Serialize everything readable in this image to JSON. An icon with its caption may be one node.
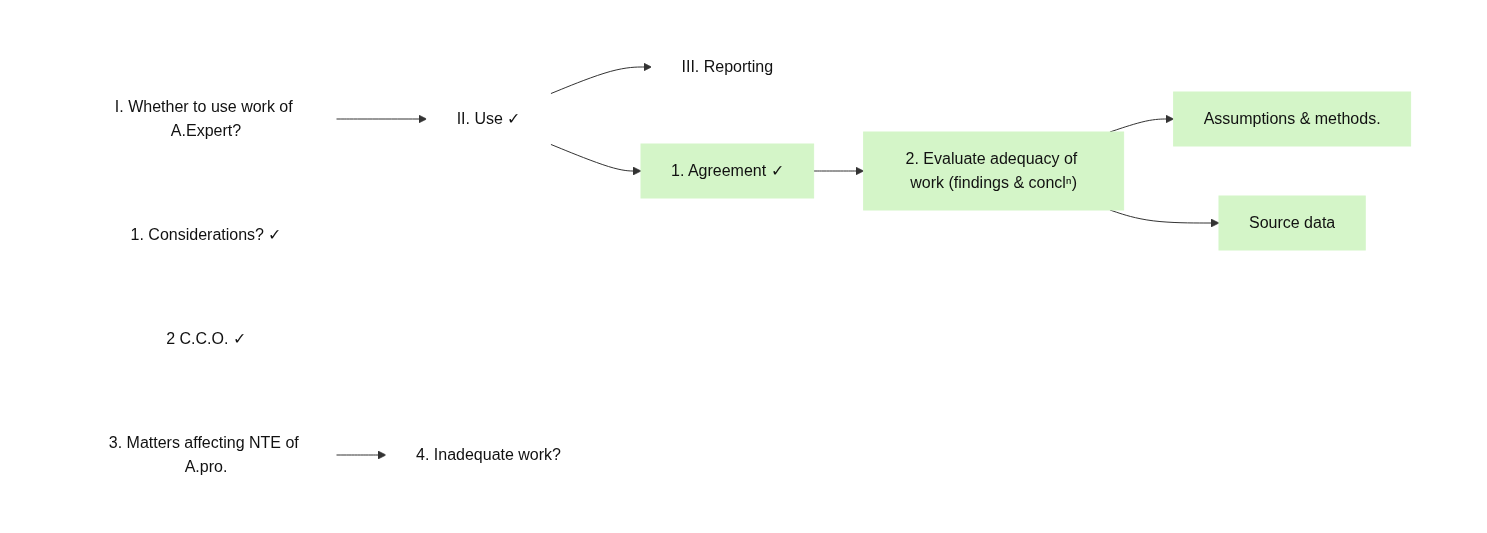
{
  "diagram": {
    "nodes": [
      {
        "text": [
          "I. Whether to use work of A.Expert?"
        ]
      },
      {
        "text": [
          "II. Use ✓"
        ]
      },
      {
        "text": [
          "III. Reporting"
        ]
      },
      {
        "text": [
          "1. Considerations? ✓"
        ]
      },
      {
        "text": [
          "2 C.C.O. ✓"
        ]
      },
      {
        "text": [
          "1. Agreement ✓"
        ]
      },
      {
        "text": [
          "2. Evaluate adequacy of work (findings & conclⁿ)"
        ]
      },
      {
        "text": [
          "Assumptions & methods."
        ]
      },
      {
        "text": [
          "Source data"
        ]
      },
      {
        "text": [
          "3. Matters affecting NTE of A.pro."
        ]
      },
      {
        "text": [
          "4. Inadequate work?"
        ]
      }
    ],
    "edges": [
      {
        "from": 0,
        "to": 1,
        "arrow": "to"
      },
      {
        "from": 1,
        "to": 2,
        "arrow": "to"
      },
      {
        "from": 1,
        "to": 5,
        "arrow": "to"
      },
      {
        "from": 5,
        "to": 6,
        "arrow": "to"
      },
      {
        "from": 6,
        "to": 7,
        "arrow": "to"
      },
      {
        "from": 6,
        "to": 8,
        "arrow": "to"
      },
      {
        "from": 9,
        "to": 10,
        "arrow": "to"
      }
    ]
  }
}
